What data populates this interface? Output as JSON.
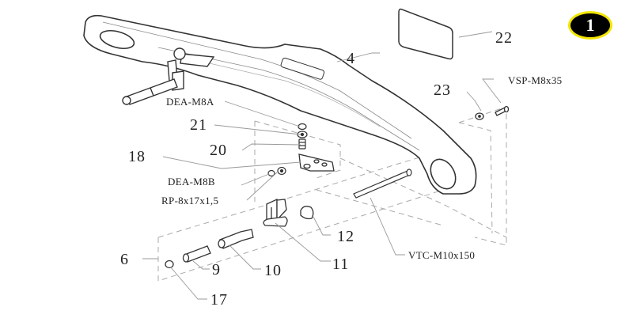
{
  "badge": {
    "number": "1",
    "border_color": "#f2e600",
    "fill_color": "#000000"
  },
  "callouts": {
    "p4": "4",
    "p6": "6",
    "p9": "9",
    "p10": "10",
    "p11": "11",
    "p12": "12",
    "p17": "17",
    "p18": "18",
    "p20": "20",
    "p21": "21",
    "p22": "22",
    "p23": "23",
    "dea_m8a": "DEA-M8A",
    "dea_m8b": "DEA-M8B",
    "rp": "RP-8x17x1,5",
    "vsp": "VSP-M8x35",
    "vtc": "VTC-M10x150"
  },
  "colors": {
    "line": "#333333",
    "leader": "#9a9a9a",
    "dash": "#aaaaaa"
  }
}
